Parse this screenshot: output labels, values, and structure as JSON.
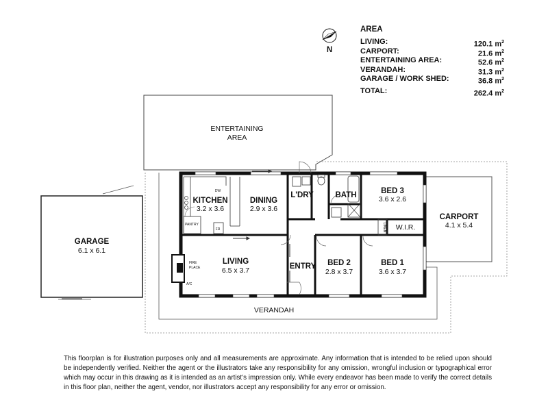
{
  "compass": {
    "north_label": "N"
  },
  "area": {
    "title": "AREA",
    "unit": "m",
    "unit_power": "2",
    "rows": [
      {
        "label": "LIVING:",
        "value": "120.1"
      },
      {
        "label": "CARPORT:",
        "value": "21.6"
      },
      {
        "label": "ENTERTAINING AREA:",
        "value": "52.6"
      },
      {
        "label": "VERANDAH:",
        "value": "31.3"
      },
      {
        "label": "GARAGE / WORK SHED:",
        "value": "36.8"
      }
    ],
    "total": {
      "label": "TOTAL:",
      "value": "262.4"
    }
  },
  "rooms": {
    "entertaining": {
      "line1": "ENTERTAINING",
      "line2": "AREA"
    },
    "garage": {
      "name": "GARAGE",
      "dims": "6.1 x 6.1"
    },
    "kitchen": {
      "name": "KITCHEN",
      "dims": "3.2 x 3.6"
    },
    "dining": {
      "name": "DINING",
      "dims": "2.9 x 3.6"
    },
    "laundry": {
      "name": "L'DRY"
    },
    "bath": {
      "name": "BATH"
    },
    "bed3": {
      "name": "BED 3",
      "dims": "3.6 x 2.6"
    },
    "carport": {
      "name": "CARPORT",
      "dims": "4.1 x 5.4"
    },
    "living": {
      "name": "LIVING",
      "dims": "6.5 x 3.7"
    },
    "entry": {
      "name": "ENTRY"
    },
    "bed2": {
      "name": "BED 2",
      "dims": "2.8 x 3.7"
    },
    "bed1": {
      "name": "BED 1",
      "dims": "3.6 x 3.7"
    },
    "wir": {
      "name": "W.I.R."
    },
    "verandah": {
      "name": "VERANDAH"
    }
  },
  "fixtures": {
    "dw": "DW",
    "pantry": "PANTRY",
    "fr": "FR",
    "fire_line1": "FIRE",
    "fire_line2": "PLACE",
    "ac": "A/C",
    "linen": "LINEN"
  },
  "disclaimer": "This floorplan is for illustration purposes only and all measurements are approximate. Any information that is intended to be relied upon should be independently verified. Neither the agent or the illustrators take any responsibility for any omission, wrongful inclusion or typographical error which may occur in this drawing as it is intended as an artist’s impression only. While every endeavor has been made to verify the correct details in this floor plan, neither the agent, vendor, nor illustrators accept any responsibility for any error or omission."
}
